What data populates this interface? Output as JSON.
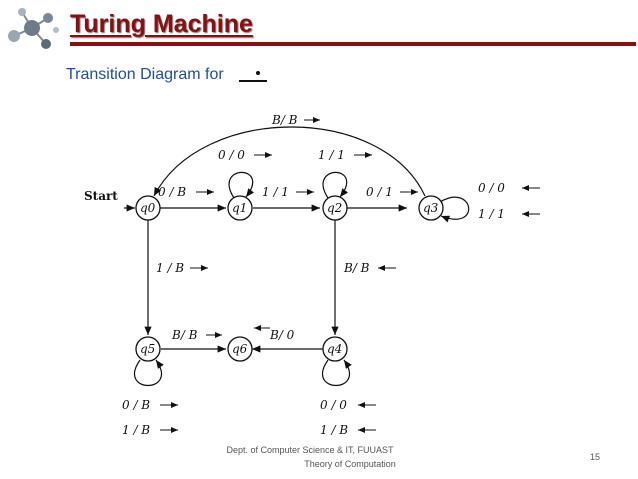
{
  "slide": {
    "title": "Turing Machine",
    "subtitle": "Transition Diagram for",
    "footer_line1": "Dept. of Computer Science & IT, FUUAST",
    "footer_line2": "Theory of Computation",
    "page_number": "15",
    "colors": {
      "title": "#8b0f10",
      "subtitle": "#1f4fa0"
    }
  },
  "diagram": {
    "start_label": "Start",
    "states": [
      "q0",
      "q1",
      "q2",
      "q3",
      "q4",
      "q5",
      "q6"
    ],
    "labels": {
      "q0_q3_top": "B/ B",
      "q1_loop": "0 / 0",
      "q2_loop": "1 / 1",
      "q0_q1": "0 / B",
      "q1_q2": "1 / 1",
      "q2_q3": "0 / 1",
      "q3_loop_a": "0 / 0",
      "q3_loop_b": "1 / 1",
      "q0_q5": "1 / B",
      "q2_q4": "B/ B",
      "q5_q6": "B/ B",
      "q4_q6": "B/ 0",
      "q5_loop_a": "0 / B",
      "q5_loop_b": "1 / B",
      "q4_loop_a": "0 / 0",
      "q4_loop_b": "1 / B"
    }
  }
}
